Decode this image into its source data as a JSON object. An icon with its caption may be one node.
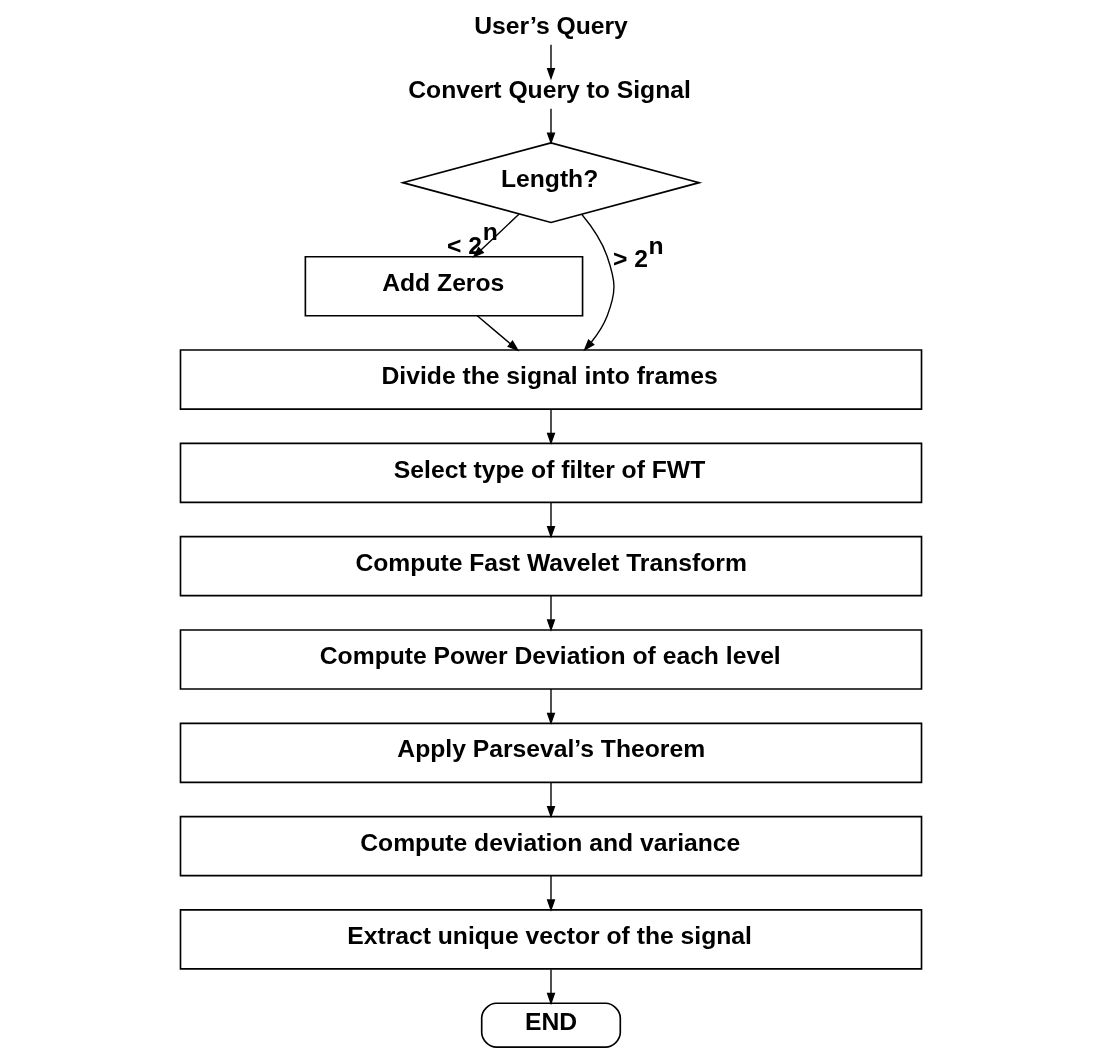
{
  "diagram": {
    "nodes": [
      {
        "text": [
          "User’s Query"
        ]
      },
      {
        "text": [
          "Convert Query to Signal"
        ]
      },
      {
        "text": [
          "Length?"
        ]
      },
      {
        "text": [
          "Add Zeros"
        ]
      },
      {
        "text": [
          "Divide the signal into frames"
        ]
      },
      {
        "text": [
          "Select type of filter of FWT"
        ]
      },
      {
        "text": [
          "Compute Fast Wavelet Transform"
        ]
      },
      {
        "text": [
          "Compute Power Deviation of each level"
        ]
      },
      {
        "text": [
          "Apply Parseval’s Theorem"
        ]
      },
      {
        "text": [
          "Compute deviation and variance"
        ]
      },
      {
        "text": [
          "Extract unique vector of the signal"
        ]
      },
      {
        "text": [
          "END"
        ]
      }
    ],
    "edges": [
      {
        "from": 0,
        "to": 1,
        "arrow": "to"
      },
      {
        "from": 1,
        "to": 2,
        "arrow": "to"
      },
      {
        "from": 2,
        "to": 3,
        "label": "< 2$^{n}$",
        "arrow": "to"
      },
      {
        "from": 2,
        "to": 4,
        "label": "> 2$^{n}$",
        "arrow": "to"
      },
      {
        "from": 3,
        "to": 4,
        "arrow": "to"
      },
      {
        "from": 4,
        "to": 5,
        "arrow": "to"
      },
      {
        "from": 5,
        "to": 6,
        "arrow": "to"
      },
      {
        "from": 6,
        "to": 7,
        "arrow": "to"
      },
      {
        "from": 7,
        "to": 8,
        "arrow": "to"
      },
      {
        "from": 8,
        "to": 9,
        "arrow": "to"
      },
      {
        "from": 9,
        "to": 10,
        "arrow": "to"
      },
      {
        "from": 10,
        "to": 11,
        "arrow": "to"
      }
    ]
  }
}
